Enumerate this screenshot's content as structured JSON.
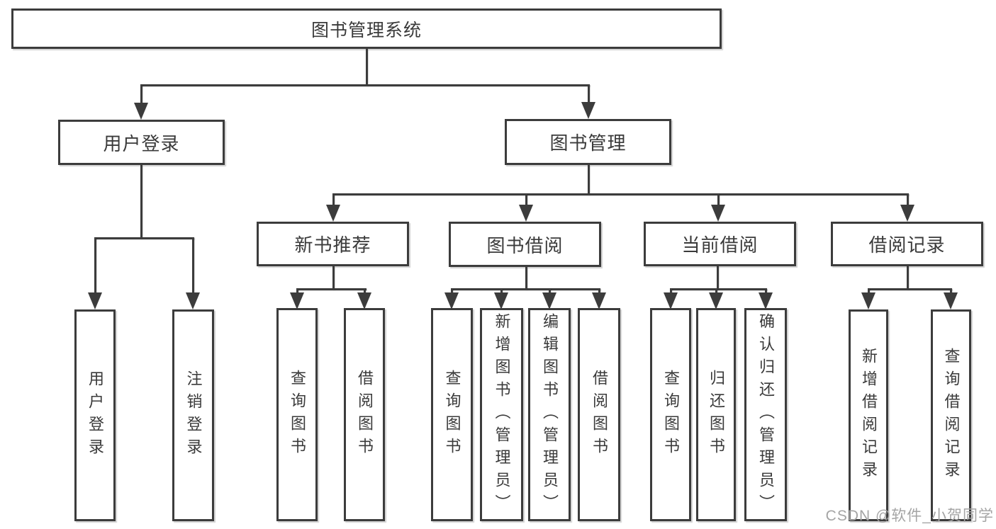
{
  "diagram": {
    "title": "图书管理系统",
    "root": {
      "label": "图书管理系统"
    },
    "branches": [
      {
        "label": "用户登录",
        "children": [
          {
            "label": "用户登录"
          },
          {
            "label": "注销登录"
          }
        ]
      },
      {
        "label": "图书管理",
        "children": [
          {
            "label": "新书推荐",
            "children": [
              {
                "label": "查询图书"
              },
              {
                "label": "借阅图书"
              }
            ]
          },
          {
            "label": "图书借阅",
            "children": [
              {
                "label": "查询图书"
              },
              {
                "label": "新增图书（管理员）"
              },
              {
                "label": "编辑图书（管理员）"
              },
              {
                "label": "借阅图书"
              }
            ]
          },
          {
            "label": "当前借阅",
            "children": [
              {
                "label": "查询图书"
              },
              {
                "label": "归还图书"
              },
              {
                "label": "确认归还（管理员）"
              }
            ]
          },
          {
            "label": "借阅记录",
            "children": [
              {
                "label": "新增借阅记录"
              },
              {
                "label": "查询借阅记录"
              }
            ]
          }
        ]
      }
    ]
  },
  "watermark": {
    "text": "CSDN @软件_小贺同学",
    "color": "#a5a5a5"
  },
  "colors": {
    "line": "#3c3c3c",
    "text": "#3a3a3a",
    "background": "#ffffff"
  }
}
